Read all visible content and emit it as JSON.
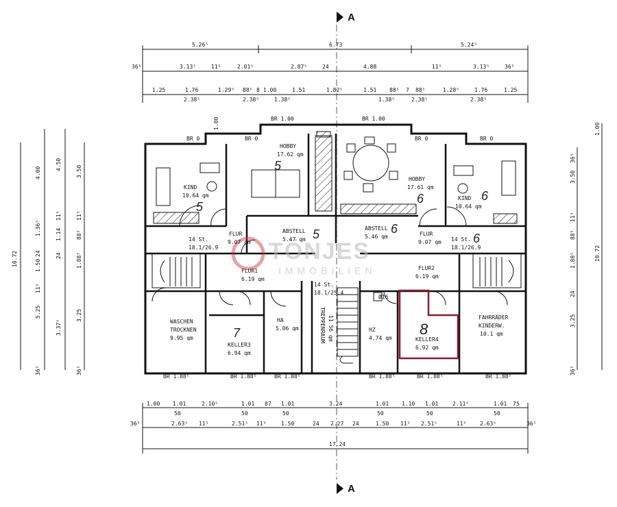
{
  "section_marks": {
    "top": "A",
    "bottom": "A"
  },
  "top_dims": {
    "row1": [
      "5.26⁵",
      "6.73",
      "5.24⁵"
    ],
    "row2": [
      "36⁵",
      "3.13⁵",
      "11⁵",
      "2.01⁵",
      "2.87⁵",
      "24",
      "4.88",
      "11⁵",
      "3.13⁵",
      "36⁵"
    ],
    "row3": [
      "1.25",
      "1.76",
      "1.29⁵",
      "88⁵",
      "8",
      "1.00",
      "1.51",
      "1.82⁵",
      "1.51",
      "88⁵",
      "7",
      "88⁵",
      "1.28⁵",
      "1.76",
      "1.25"
    ],
    "row4": [
      "2.38⁵",
      "1.38⁵",
      "2.38⁵",
      "1.38⁵",
      "2.38⁵",
      "2.38⁵"
    ]
  },
  "bottom_dims": {
    "row1": [
      "1.00",
      "1.01",
      "2.10⁵",
      "1.01",
      "87",
      "1.01",
      "3.24",
      "1.01",
      "1.10",
      "1.01",
      "2.11⁵",
      "1.01",
      "75"
    ],
    "row1b": [
      "50",
      "50",
      "50",
      "50",
      "50",
      "50"
    ],
    "row2": [
      "36⁵",
      "2.63⁵",
      "11⁵",
      "2.51⁵",
      "11⁵",
      "1.50",
      "24",
      "2.27",
      "24",
      "1.50",
      "11⁵",
      "2.51⁵",
      "11⁵",
      "2.63⁵",
      "36⁵"
    ],
    "total": "17.24"
  },
  "left_dims": [
    "10.72",
    "4.00",
    "1.36⁵",
    "24",
    "1.50",
    "11⁵",
    "5.25",
    "36⁵",
    "4.50",
    "11⁵",
    "1.14",
    "24",
    "3.37⁵",
    "3.50",
    "11⁵",
    "88⁵",
    "1.88⁵",
    "3.25",
    "36⁵"
  ],
  "right_dims": [
    "1.00",
    "3.50",
    "11⁵",
    "88⁵",
    "1.88⁵",
    "24",
    "3.25",
    "36⁵",
    "10.72",
    "36⁵"
  ],
  "windows": {
    "top": [
      "BR 1.00",
      "BR 1.00",
      "BR 0",
      "BR 0",
      "BR 0",
      "BR 0"
    ],
    "bottom": [
      "BR 1.88⁵",
      "BR 1.88⁵",
      "BR 1.88⁵",
      "BR 1.88⁵",
      "BR 1.88⁵",
      "BR 1.88⁵"
    ],
    "side": "1.00"
  },
  "rooms": {
    "kind_left": {
      "name": "KIND",
      "area": "10.64 qm",
      "mark": "5"
    },
    "hobby_left": {
      "name": "HOBBY",
      "area": "17.62 qm",
      "mark": "5"
    },
    "flur_left": {
      "name": "FLUR",
      "area": "9.07 qm"
    },
    "abstell_left": {
      "name": "ABSTELL",
      "area": "5.47 qm",
      "mark": "5"
    },
    "stair_left": {
      "name": "14 St.",
      "area": "18.1/26.9"
    },
    "flur1": {
      "name": "FLUR1",
      "area": "6.19 qm"
    },
    "waschen": {
      "name": "WASCHEN",
      "name2": "TROCKNEN",
      "area": "9.95 qm"
    },
    "keller3": {
      "name": "KELLER3",
      "area": "6.94 qm",
      "mark": "7"
    },
    "ha": {
      "name": "HA",
      "area": "5.06 qm"
    },
    "treppenraum": {
      "name": "TREPPENRAUM",
      "area": "11.56 qm",
      "stair": "14 St.",
      "stair_ratio": "18.1/25.4"
    },
    "hobby_right": {
      "name": "HOBBY",
      "area": "17.61 qm",
      "mark": "6"
    },
    "kind_right": {
      "name": "KIND",
      "area": "10.64 qm",
      "mark": "6"
    },
    "abstell_right": {
      "name": "ABSTELL",
      "area": "5.46 qm",
      "mark": "6"
    },
    "flur_right": {
      "name": "FLUR",
      "area": "9.07 qm"
    },
    "stair_right": {
      "name": "14 St.",
      "area": "18.1/26.9",
      "mark": "6"
    },
    "flur2": {
      "name": "FLUR2",
      "area": "6.19 qm"
    },
    "hz": {
      "name": "HZ",
      "area": "4.74 qm",
      "pipe": "Ø16"
    },
    "keller4": {
      "name": "KELLER4",
      "area": "6.92 qm",
      "mark": "8"
    },
    "fahrraeder": {
      "name": "FAHRRÄDER",
      "name2": "KINDERW.",
      "area": "10.1 qm"
    }
  },
  "watermark": {
    "line1": "TÖNJES",
    "line2": "IMMOBILIEN",
    "color": "#c9343f"
  },
  "highlight_color": "#8b1a2b"
}
